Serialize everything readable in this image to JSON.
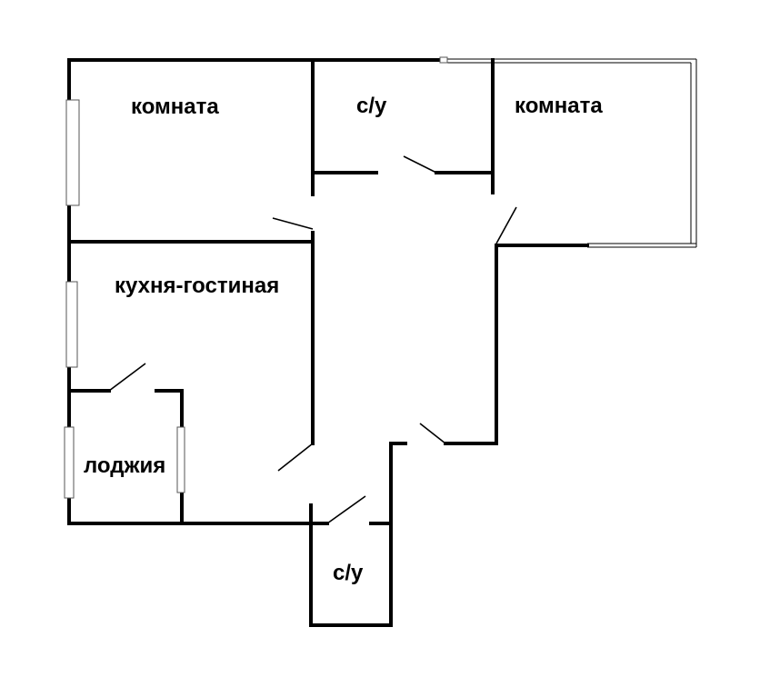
{
  "labels": {
    "room_top_left": "комната",
    "bathroom_top": "с/у",
    "room_top_right": "комната",
    "kitchen_living": "кухня-гостиная",
    "loggia": "лоджия",
    "bathroom_bottom": "с/у"
  },
  "colors": {
    "wall": "#000000",
    "background": "#ffffff",
    "window_frame": "#555555"
  }
}
